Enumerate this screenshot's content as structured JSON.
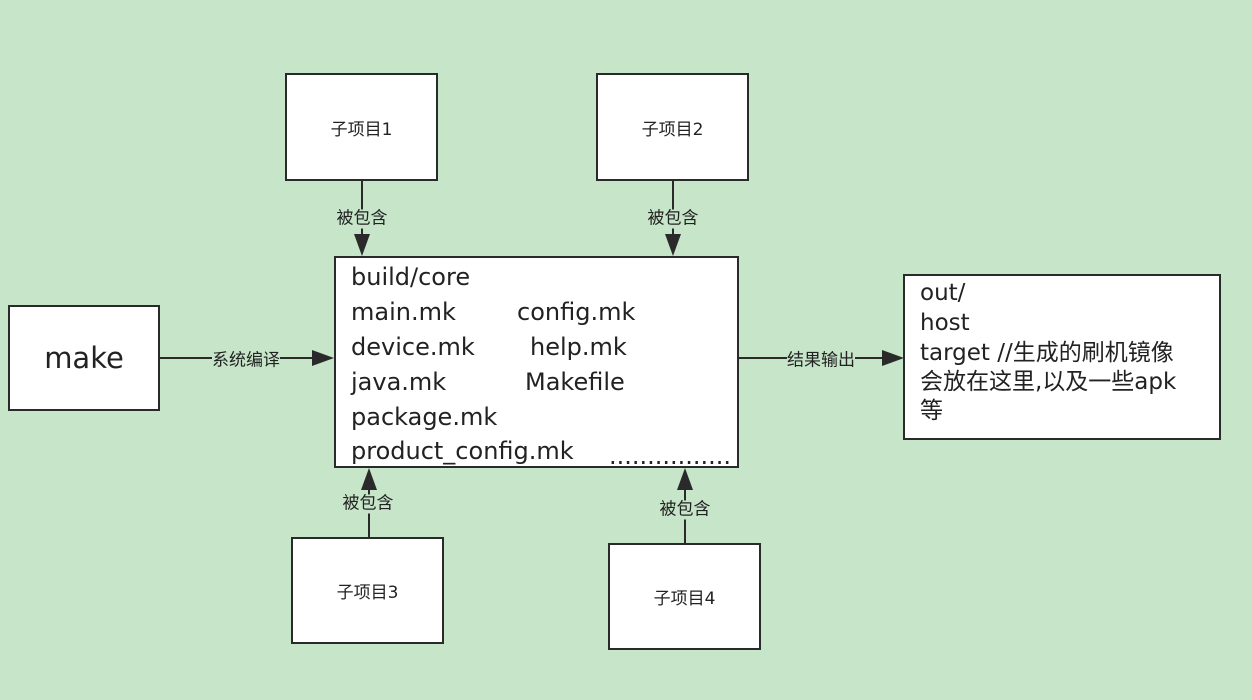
{
  "nodes": {
    "make": "make",
    "sub1": "子项目1",
    "sub2": "子项目2",
    "sub3": "子项目3",
    "sub4": "子项目4"
  },
  "core": {
    "title": "build/core",
    "row1_left": "main.mk",
    "row1_right": "config.mk",
    "row2_left": "device.mk",
    "row2_right": "help.mk",
    "row3_left": "java.mk",
    "row3_right": "Makefile",
    "row4": "package.mk",
    "row5": "product_config.mk",
    "row5_dots": "................"
  },
  "output": {
    "line1": "out/",
    "line2": "host",
    "line3": "target //生成的刷机镜像",
    "line4": "会放在这里,以及一些apk",
    "line5": "等"
  },
  "edges": {
    "compile": "系统编译",
    "result": "结果输出",
    "include1": "被包含",
    "include2": "被包含",
    "include3": "被包含",
    "include4": "被包含"
  },
  "colors": {
    "background": "#c7e5c9",
    "box_fill": "#ffffff",
    "stroke": "#2a2a2a"
  }
}
